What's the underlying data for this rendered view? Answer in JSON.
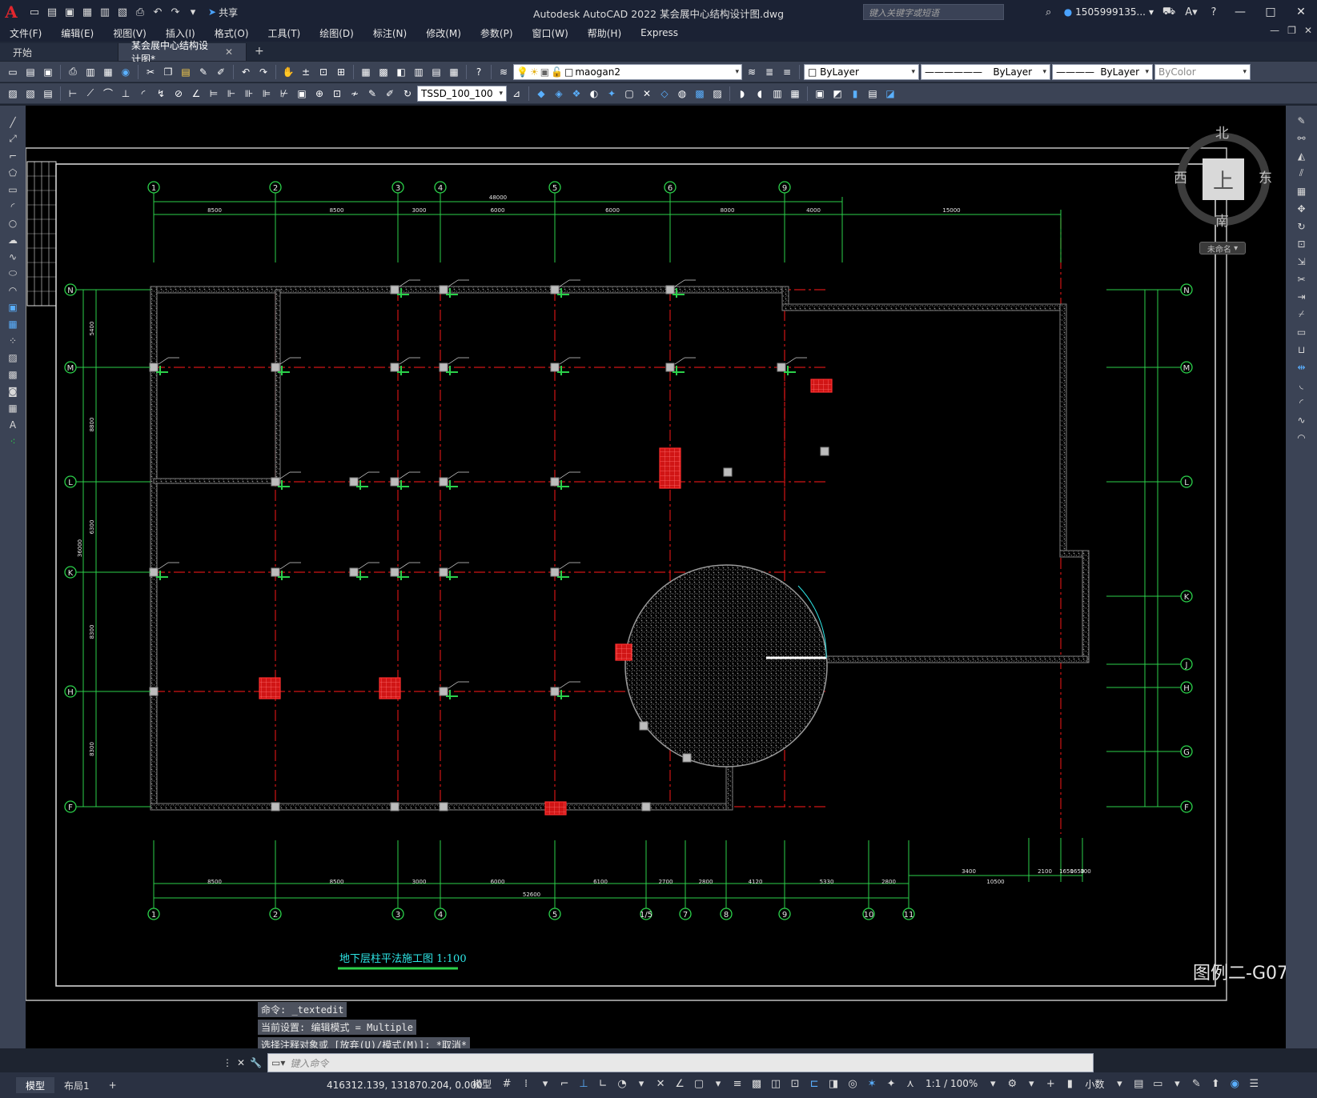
{
  "app": {
    "logo": "A",
    "window_title": "Autodesk AutoCAD 2022    某会展中心结构设计图.dwg",
    "share_label": "共享",
    "search_placeholder": "键入关键字或短语",
    "user_name": "1505999135...",
    "window_buttons": [
      "—",
      "□",
      "✕"
    ]
  },
  "menu": [
    "文件(F)",
    "编辑(E)",
    "视图(V)",
    "插入(I)",
    "格式(O)",
    "工具(T)",
    "绘图(D)",
    "标注(N)",
    "修改(M)",
    "参数(P)",
    "窗口(W)",
    "帮助(H)",
    "Express"
  ],
  "tabs": [
    {
      "label": "开始"
    },
    {
      "label": "某会展中心结构设计图*",
      "close": "✕"
    }
  ],
  "toolbar": {
    "layer_name": "maogan2",
    "color": "ByLayer",
    "linetype": "ByLayer",
    "lineweight": "ByLayer",
    "plotstyle": "ByColor",
    "dimstyle": "TSSD_100_100"
  },
  "viewcube": {
    "north": "北",
    "south": "南",
    "east": "东",
    "west": "西",
    "top": "上",
    "ucs": "未命名"
  },
  "drawing": {
    "title": "地下层柱平法施工图",
    "scale": "1:100",
    "sheet_label": "图例二-G07",
    "top_axes": [
      "1",
      "2",
      "3",
      "4",
      "5",
      "6",
      "9"
    ],
    "bottom_axes": [
      "1",
      "2",
      "3",
      "4",
      "5",
      "1/5",
      "7",
      "8",
      "9",
      "10",
      "11"
    ],
    "left_axes": [
      "N",
      "M",
      "L",
      "K",
      "H",
      "F"
    ],
    "right_axes": [
      "N",
      "M",
      "L",
      "K",
      "J",
      "H",
      "G",
      "F"
    ],
    "top_total": "48000",
    "top_dims": [
      "8500",
      "8500",
      "3000",
      "6000",
      "6000",
      "8000",
      "4000",
      "15000"
    ],
    "bottom_total": "52600",
    "bottom_dims": [
      "8500",
      "8500",
      "3000",
      "6000",
      "6100",
      "2700",
      "2800",
      "4120",
      "5330",
      "2800",
      "10500"
    ],
    "bottom_upper_dims": [
      "3400",
      "2100",
      "1650",
      "1650",
      "300"
    ],
    "left_dims": [
      "5400",
      "8800",
      "6300",
      "8300",
      "8300"
    ],
    "left_total": "36000"
  },
  "command": {
    "history": [
      "命令: _textedit",
      "当前设置: 编辑模式 = Multiple",
      "选择注释对象或 [放弃(U)/模式(M)]: *取消*"
    ],
    "prompt": "键入命令"
  },
  "status": {
    "layout_tabs": [
      "模型",
      "布局1"
    ],
    "add": "+",
    "coords": "416312.139, 131870.204, 0.000",
    "model": "模型",
    "scale": "1:1 / 100%",
    "units": "小数"
  },
  "colors": {
    "accent": "#5ab0ff",
    "axis_green": "#2bd14a",
    "column_red": "#ff2020",
    "wall": "#808080",
    "axis_red": "#d01515",
    "title_cyan": "#2ee6e6"
  }
}
